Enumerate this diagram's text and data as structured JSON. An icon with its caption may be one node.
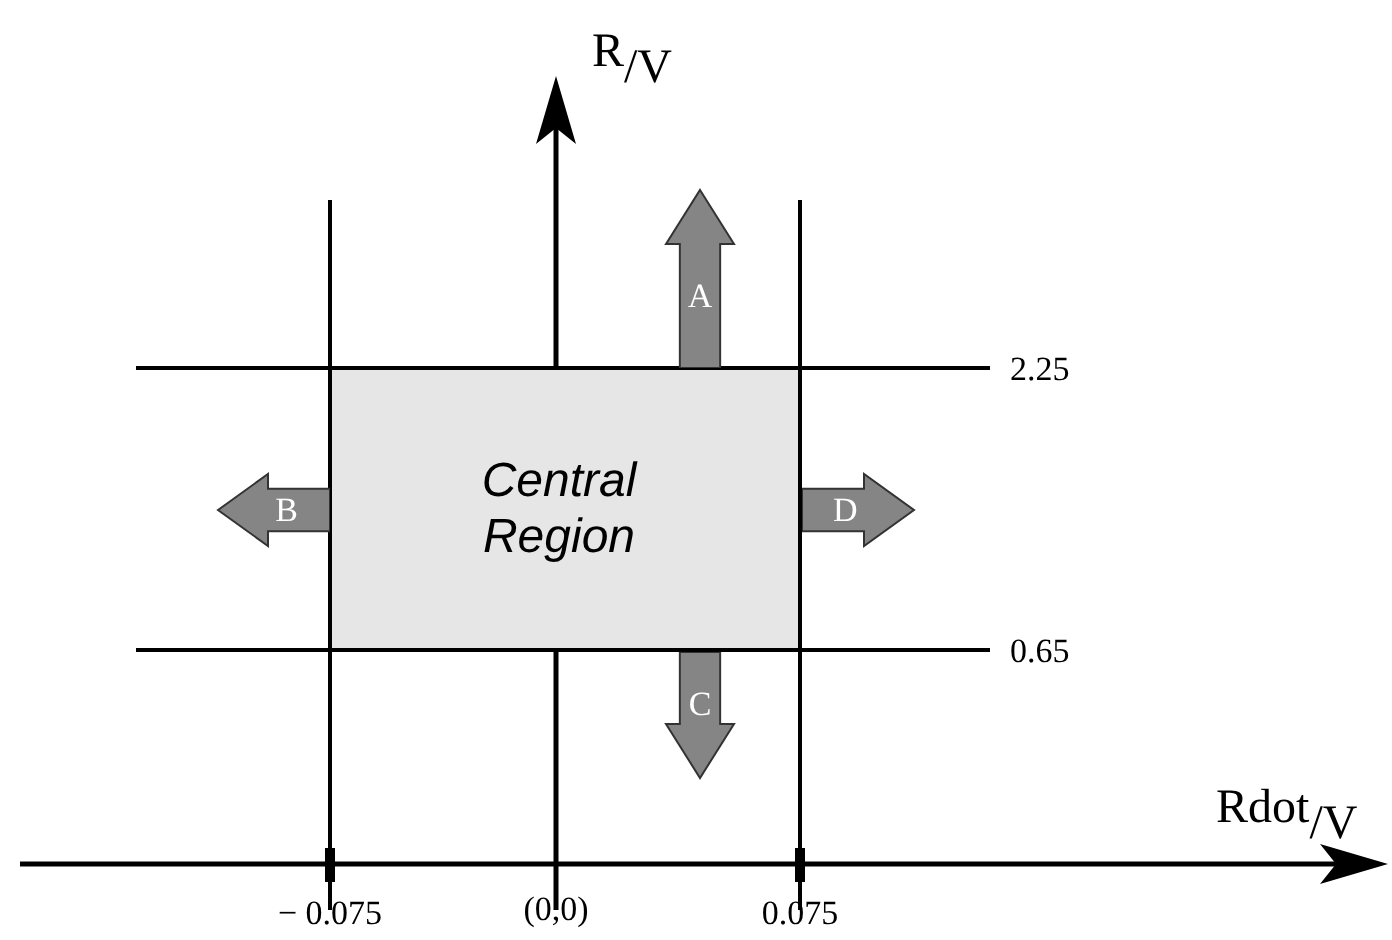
{
  "diagram": {
    "nodes": [
      {
        "text": [
          "A"
        ]
      },
      {
        "text": [
          "B"
        ]
      },
      {
        "text": [
          "Central Region"
        ]
      },
      {
        "text": [
          "D"
        ]
      },
      {
        "text": [
          "C"
        ]
      }
    ],
    "labels": [
      "$^{R}$/V",
      "2.25",
      "0.65",
      "$^{Rdot}$/V",
      "− 0.075",
      "(0,0)",
      "0.075"
    ]
  }
}
